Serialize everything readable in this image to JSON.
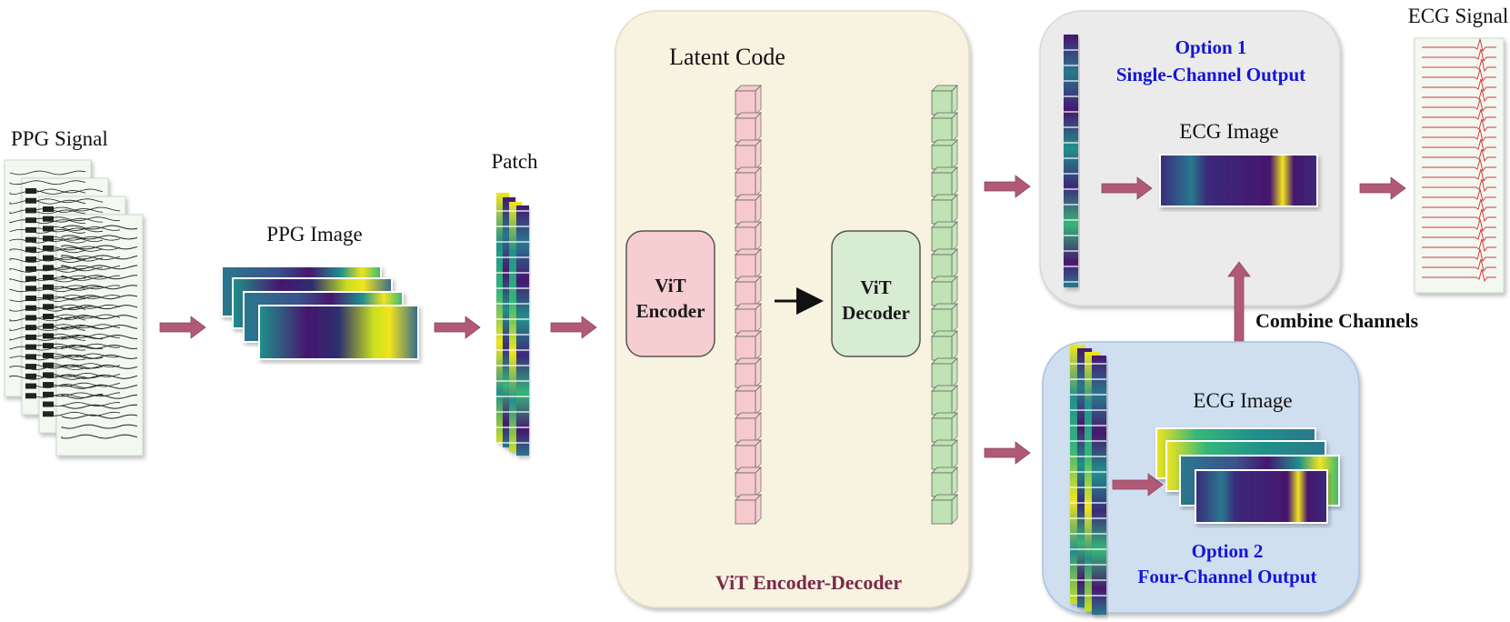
{
  "labels": {
    "ppg_signal": "PPG Signal",
    "ppg_image": "PPG Image",
    "patch": "Patch",
    "latent_code": "Latent Code",
    "vit_encoder_line1": "ViT",
    "vit_encoder_line2": "Encoder",
    "vit_decoder_line1": "ViT",
    "vit_decoder_line2": "Decoder",
    "encoder_decoder_title": "ViT Encoder-Decoder",
    "option1_line1": "Option 1",
    "option1_line2": "Single-Channel Output",
    "ecg_image_1": "ECG Image",
    "ecg_signal": "ECG Signal",
    "combine_channels": "Combine Channels",
    "ecg_image_2": "ECG Image",
    "option2_line1": "Option 2",
    "option2_line2": "Four-Channel Output"
  },
  "colors": {
    "arrow": "#b05a76",
    "encoder_panel": "#f8f3e0",
    "option1_panel": "#ebebeb",
    "option2_panel": "#cfdff0",
    "encoder_box": "#f6cdd0",
    "decoder_box": "#d8ebd3",
    "token_pink": "#f6c9cd",
    "token_green": "#bfe3b4",
    "option_text": "#1414d8",
    "title_text": "#7a2a4a",
    "viridis_dark": "#46176f",
    "viridis_teal": "#21918c",
    "viridis_yellow": "#f1e51d"
  },
  "icons": [
    "arrow-right-icon",
    "arrow-up-icon",
    "ppg-signal-sheets-icon",
    "spectrogram-image-icon",
    "patch-strip-icon",
    "token-column-icon",
    "ecg-waveform-sheet-icon"
  ]
}
